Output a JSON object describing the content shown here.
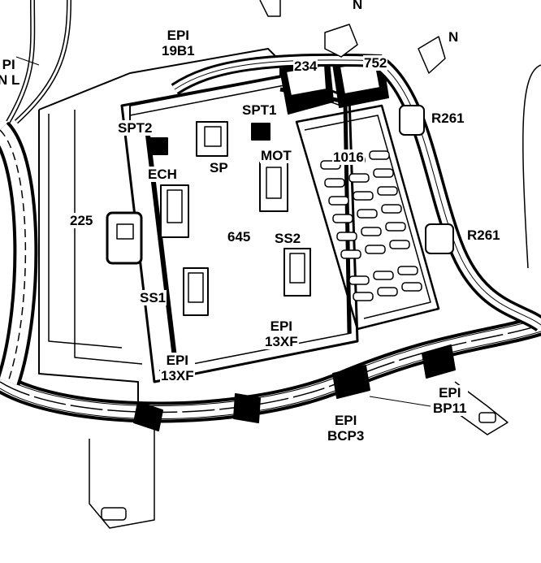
{
  "diagram": {
    "title_hidden": "",
    "colors": {
      "ink": "#000000",
      "paper": "#ffffff"
    },
    "labels": {
      "epi_cut_1": "PI",
      "epi_cut_2": "N L",
      "n_top": "N",
      "n_right": "N",
      "epi_19b1_1": "EPI",
      "epi_19b1_2": "19B1",
      "c234": "234",
      "c752": "752",
      "spt1": "SPT1",
      "spt2": "SPT2",
      "r261_top": "R261",
      "ech": "ECH",
      "sp": "SP",
      "mot": "MOT",
      "c1016": "1016",
      "c225": "225",
      "c645": "645",
      "ss2": "SS2",
      "r261_bottom": "R261",
      "ss1": "SS1",
      "epi_13xf_right_1": "EPI",
      "epi_13xf_right_2": "13XF",
      "epi_13xf_left_1": "EPI",
      "epi_13xf_left_2": "13XF",
      "epi_bp11_1": "EPI",
      "epi_bp11_2": "BP11",
      "epi_bcp3_1": "EPI",
      "epi_bcp3_2": "BCP3"
    }
  }
}
